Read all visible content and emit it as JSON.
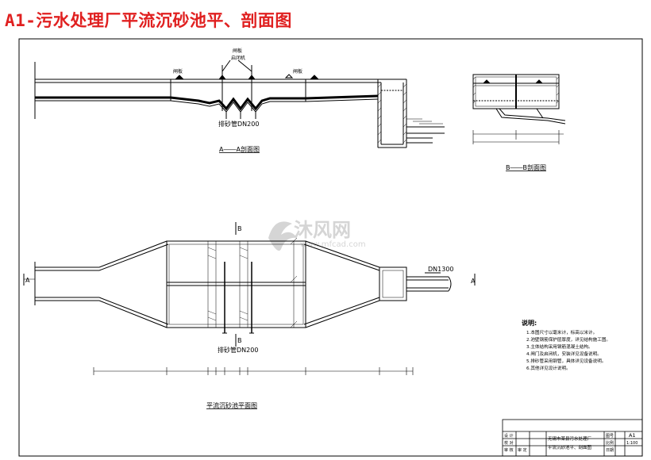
{
  "title": "A1-污水处理厂平流沉砂池平、剖面图",
  "section_aa": {
    "caption": "A――A剖面图",
    "pipe_label": "排砂管DN200",
    "gate_label_1": "闸板",
    "gate_label_2": "启闭机",
    "left_tag": "闸板",
    "right_tag": "闸板"
  },
  "section_bb": {
    "caption": "B――B剖面图"
  },
  "plan": {
    "caption": "平流沉砂池平面图",
    "pipe_label": "排砂管DN200",
    "outlet_label": "DN1300",
    "mark_a_left": "A",
    "mark_a_right": "A",
    "mark_b_top": "B",
    "mark_b_bottom": "B"
  },
  "notes": {
    "heading": "说明:",
    "items": [
      "1.本图尺寸以毫米计，标高以米计。",
      "2.池壁钢筋保护层厚度，详见结构施工图。",
      "3.主体结构采用钢筋混凝土结构。",
      "4.闸门及启闭机，安装详见设备说明。",
      "5.排砂管采用钢管，具体详见设备说明。",
      "6.其他详见设计说明。"
    ]
  },
  "title_block": {
    "row1_left_a": "设 计",
    "row1_left_b": "校 对",
    "row2_left_a": "审 核",
    "row2_left_b": "审 定",
    "project": "无锡市某县污水处理厂",
    "drawing": "平流沉砂池平、剖面图",
    "drawing_no_label": "图号",
    "drawing_no": "A1",
    "scale_label": "比例",
    "scale": "1:100",
    "date_label": "日期",
    "date": ""
  },
  "watermark": {
    "brand": "沐风网",
    "url": "www.mfcad.com"
  }
}
